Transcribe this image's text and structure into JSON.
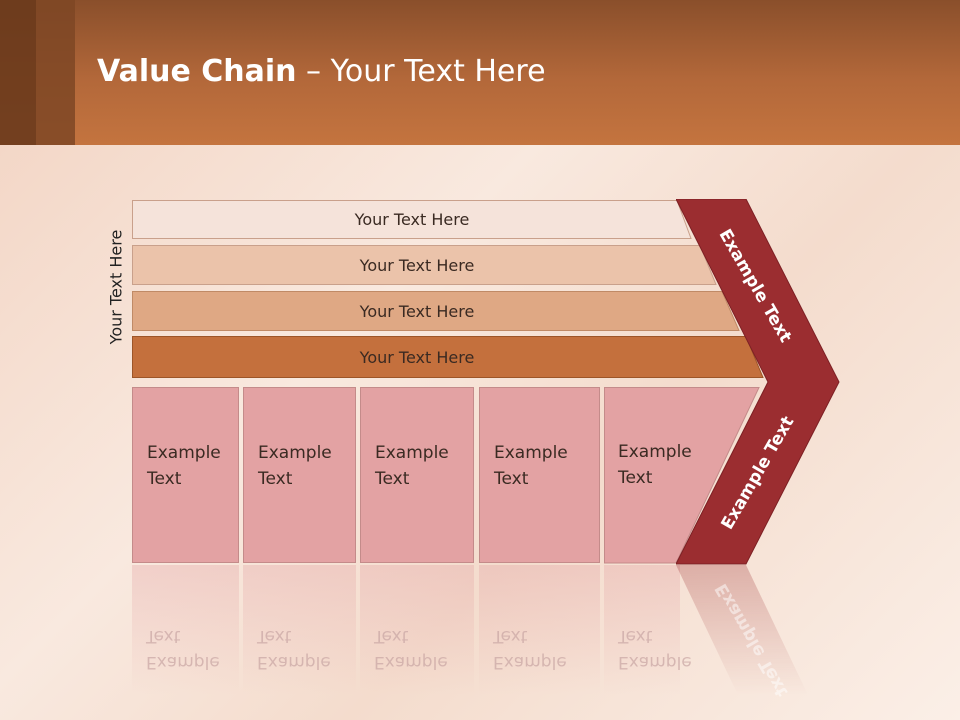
{
  "slide": {
    "title_bold": "Value Chain",
    "title_rest": " – Your Text Here",
    "side_label": "Your Text Here",
    "rows": [
      {
        "label": "Your Text Here",
        "color": "#f5e3da"
      },
      {
        "label": "Your Text Here",
        "color": "#ebc3aa"
      },
      {
        "label": "Your Text Here",
        "color": "#dfa884"
      },
      {
        "label": "Your Text Here",
        "color": "#c4703d"
      }
    ],
    "columns": [
      {
        "line1": "Example",
        "line2": "Text"
      },
      {
        "line1": "Example",
        "line2": "Text"
      },
      {
        "line1": "Example",
        "line2": "Text"
      },
      {
        "line1": "Example",
        "line2": "Text"
      },
      {
        "line1": "Example",
        "line2": "Text"
      }
    ],
    "chevron": {
      "upper_label": "Example Text",
      "lower_label": "Example Text",
      "color": "#9b2d30"
    },
    "colors": {
      "title_bar": "#c4743f",
      "column_fill": "#e3a2a3"
    }
  }
}
